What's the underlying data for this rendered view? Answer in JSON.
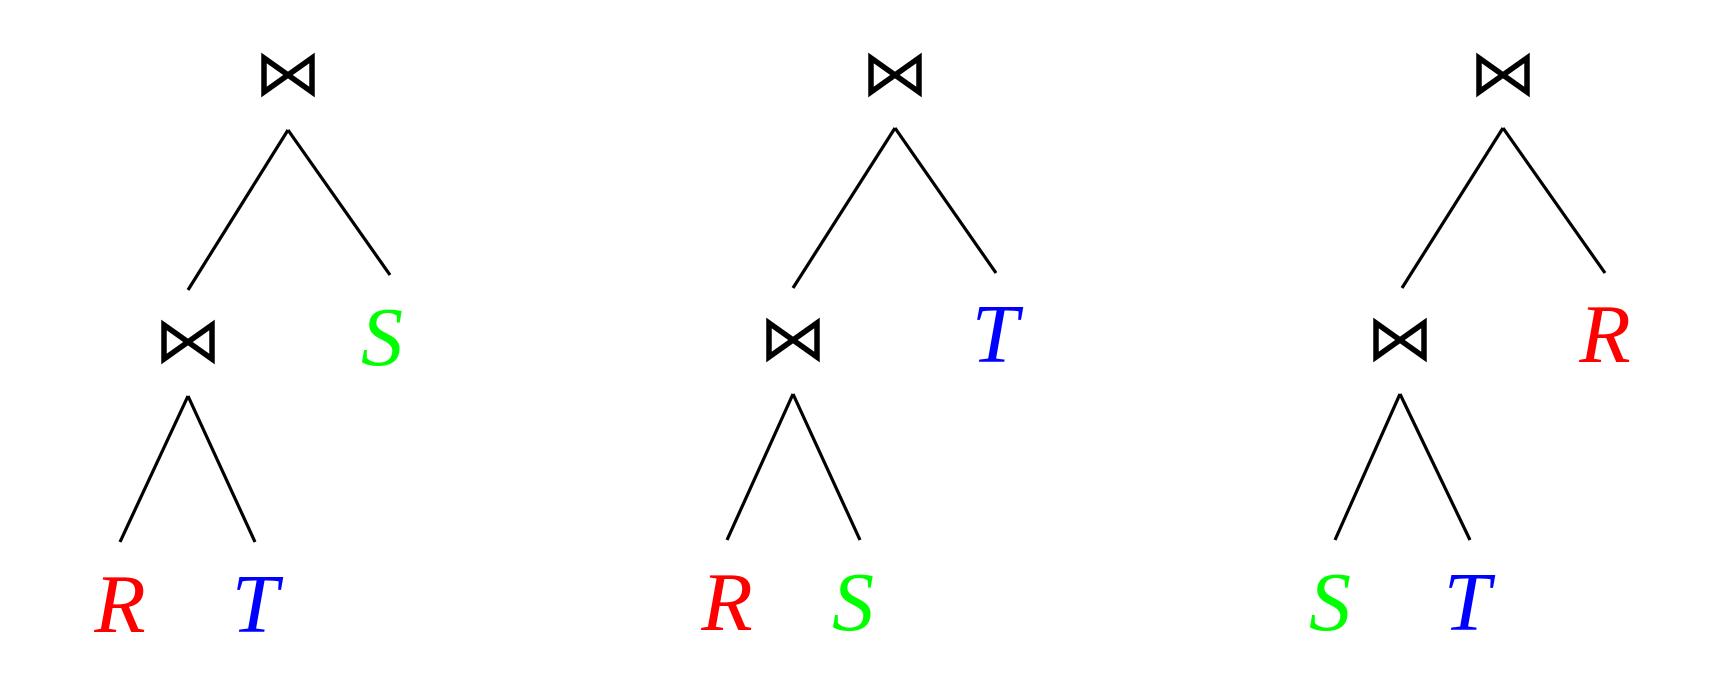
{
  "join_symbol": "⋈",
  "trees": [
    {
      "root": "join",
      "left": {
        "op": "join",
        "left": "R",
        "right": "T"
      },
      "right": "S"
    },
    {
      "root": "join",
      "left": {
        "op": "join",
        "left": "R",
        "right": "S"
      },
      "right": "T"
    },
    {
      "root": "join",
      "left": {
        "op": "join",
        "left": "S",
        "right": "T"
      },
      "right": "R"
    }
  ],
  "relation_colors": {
    "R": "#ff0000",
    "S": "#00ff00",
    "T": "#0000ff"
  },
  "icons": {
    "join": "bowtie-join-icon"
  }
}
